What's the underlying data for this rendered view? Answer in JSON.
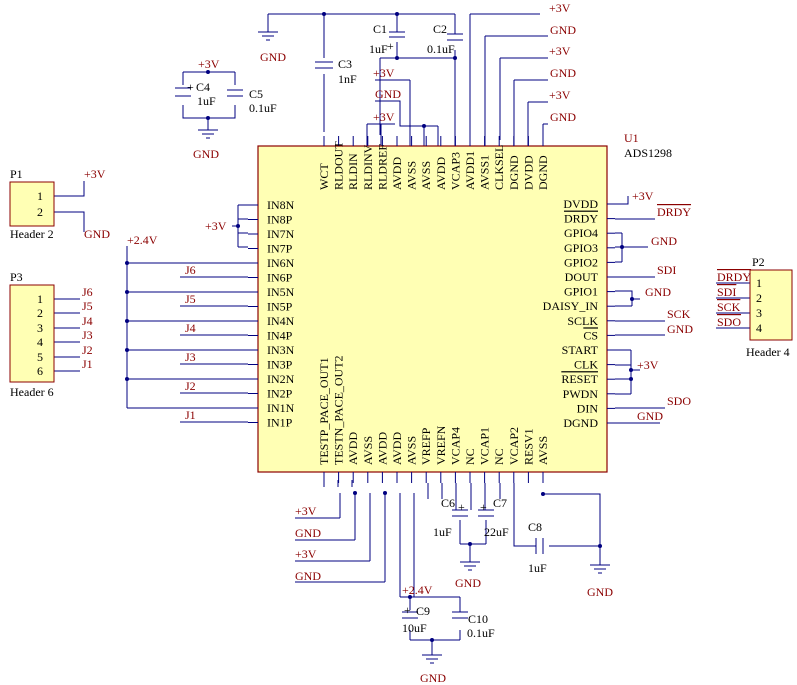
{
  "colors": {
    "wire": "#000080",
    "chip_fill": "#ffffb4",
    "chip_stroke": "#8b0000",
    "net_text": "#8b0000",
    "pin_text": "#000000",
    "title_text": "#000080"
  },
  "chip": {
    "ref": "U1",
    "part": "ADS1298"
  },
  "top_pins": [
    "WCT",
    "RLDOUT",
    "RLDIN",
    "RLDINV",
    "RLDREF",
    "AVDD",
    "AVSS",
    "AVSS",
    "AVDD",
    "VCAP3",
    "AVDD1",
    "AVSS1",
    "CLKSEL",
    "DGND",
    "DVDD",
    "DGND"
  ],
  "left_pins": [
    "IN8N",
    "IN8P",
    "IN7N",
    "IN7P",
    "IN6N",
    "IN6P",
    "IN5N",
    "IN5P",
    "IN4N",
    "IN4P",
    "IN3N",
    "IN3P",
    "IN2N",
    "IN2P",
    "IN1N",
    "IN1P"
  ],
  "right_pins": [
    "DVDD",
    "DRDY",
    "GPIO4",
    "GPIO3",
    "GPIO2",
    "DOUT",
    "GPIO1",
    "DAISY_IN",
    "SCLK",
    "CS",
    "START",
    "CLK",
    "RESET",
    "PWDN",
    "DIN",
    "DGND"
  ],
  "bottom_pins": [
    "TESTP_PACE_OUT1",
    "TESTN_PACE_OUT2",
    "AVDD",
    "AVSS",
    "AVDD",
    "AVDD",
    "AVSS",
    "VREFP",
    "VREFN",
    "VCAP4",
    "NC",
    "VCAP1",
    "NC",
    "VCAP2",
    "RESV1",
    "AVSS"
  ],
  "net_labels": {
    "plus3v": "+3V",
    "gnd": "GND",
    "plus2v4": "+2.4V",
    "drdy": "DRDY",
    "sdi": "SDI",
    "sck": "SCK",
    "sdo": "SDO",
    "j6": "J6",
    "j5": "J5",
    "j4": "J4",
    "j3": "J3",
    "j2": "J2",
    "j1": "J1"
  },
  "capacitors": [
    {
      "ref": "C1",
      "value": "1uF"
    },
    {
      "ref": "C2",
      "value": "0.1uF"
    },
    {
      "ref": "C3",
      "value": "1nF"
    },
    {
      "ref": "C4",
      "value": "1uF"
    },
    {
      "ref": "C5",
      "value": "0.1uF"
    },
    {
      "ref": "C6",
      "value": "1uF"
    },
    {
      "ref": "C7",
      "value": "22uF"
    },
    {
      "ref": "C8",
      "value": "1uF"
    },
    {
      "ref": "C9",
      "value": "10uF"
    },
    {
      "ref": "C10",
      "value": "0.1uF"
    }
  ],
  "headers": {
    "p1": {
      "ref": "P1",
      "name": "Header 2",
      "pins": [
        "1",
        "2"
      ]
    },
    "p3": {
      "ref": "P3",
      "name": "Header 6",
      "pins": [
        "1",
        "2",
        "3",
        "4",
        "5",
        "6"
      ]
    },
    "p2": {
      "ref": "P2",
      "name": "Header 4",
      "pins": [
        "1",
        "2",
        "3",
        "4"
      ],
      "nets": [
        "DRDY",
        "SDI",
        "SCK",
        "SDO"
      ]
    }
  }
}
